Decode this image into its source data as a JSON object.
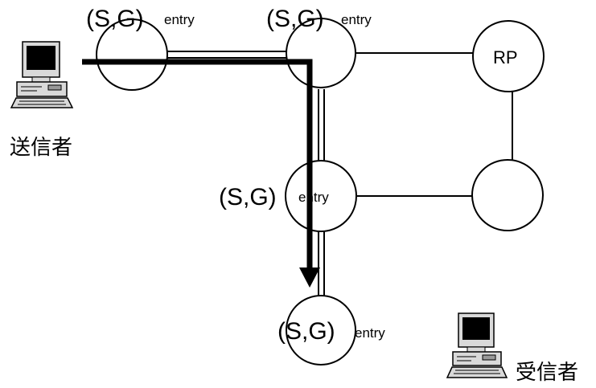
{
  "labels": {
    "sg": "(S,G)",
    "entry": "entry",
    "rp": "RP",
    "sender": "送信者",
    "receiver": "受信者"
  },
  "nodes": [
    {
      "id": "router-1",
      "name": "",
      "has_entry": true
    },
    {
      "id": "router-2",
      "name": "",
      "has_entry": true
    },
    {
      "id": "rp",
      "name": "RP",
      "has_entry": false
    },
    {
      "id": "router-3",
      "name": "",
      "has_entry": true
    },
    {
      "id": "router-4",
      "name": "",
      "has_entry": false
    },
    {
      "id": "router-5",
      "name": "",
      "has_entry": true
    }
  ],
  "links": [
    {
      "from": "router-1",
      "to": "router-2",
      "style": "double"
    },
    {
      "from": "router-2",
      "to": "rp",
      "style": "single"
    },
    {
      "from": "rp",
      "to": "router-4",
      "style": "single"
    },
    {
      "from": "router-3",
      "to": "router-4",
      "style": "single"
    },
    {
      "from": "router-2",
      "to": "router-3",
      "style": "double"
    },
    {
      "from": "router-3",
      "to": "router-5",
      "style": "double"
    }
  ],
  "icons": {
    "sender": "desktop-computer-icon",
    "receiver": "desktop-computer-icon"
  },
  "colors": {
    "line": "#000000",
    "background": "#ffffff"
  }
}
